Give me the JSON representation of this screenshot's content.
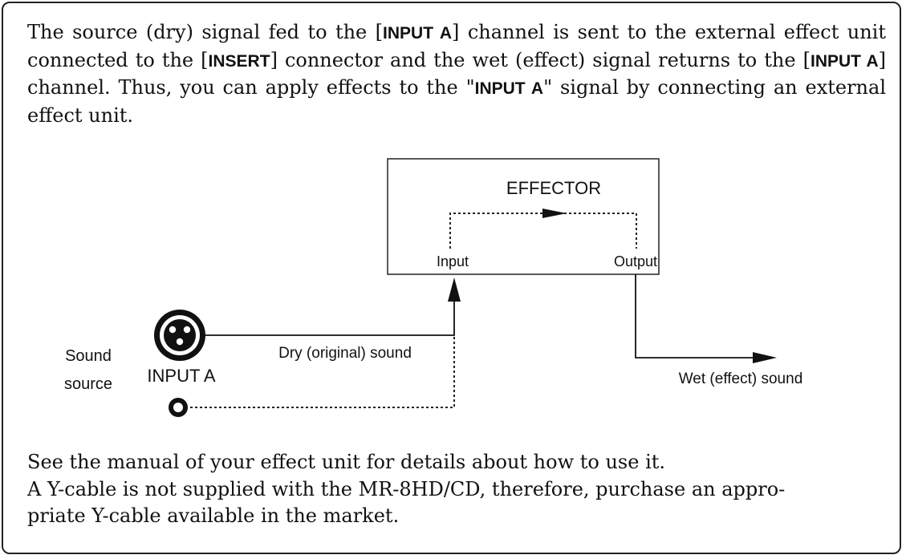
{
  "intro": {
    "p1": "The source (dry) signal fed to the [",
    "kw1": "INPUT A",
    "p2": "] channel is sent to the external effect unit connected to the [",
    "kw2": "INSERT",
    "p3": "] connector and the wet (effect) signal returns to the [",
    "kw3": "INPUT A",
    "p4": "] channel. Thus, you can apply effects to the \"",
    "kw4": "INPUT A",
    "p5": "\" signal by connecting an external effect unit."
  },
  "diagram": {
    "effector_title": "EFFECTOR",
    "effector_input": "Input",
    "effector_output": "Output",
    "dry_label": "Dry (original) sound",
    "wet_label": "Wet (effect) sound",
    "source_label_1": "Sound",
    "source_label_2": "source",
    "input_label": "INPUT A"
  },
  "outro": {
    "line1": "See the manual of your effect unit for details about how to use it.",
    "line2": "A Y-cable is not supplied with the MR-8HD/CD, therefore, purchase an appro-",
    "line3": "priate Y-cable available in the market."
  }
}
